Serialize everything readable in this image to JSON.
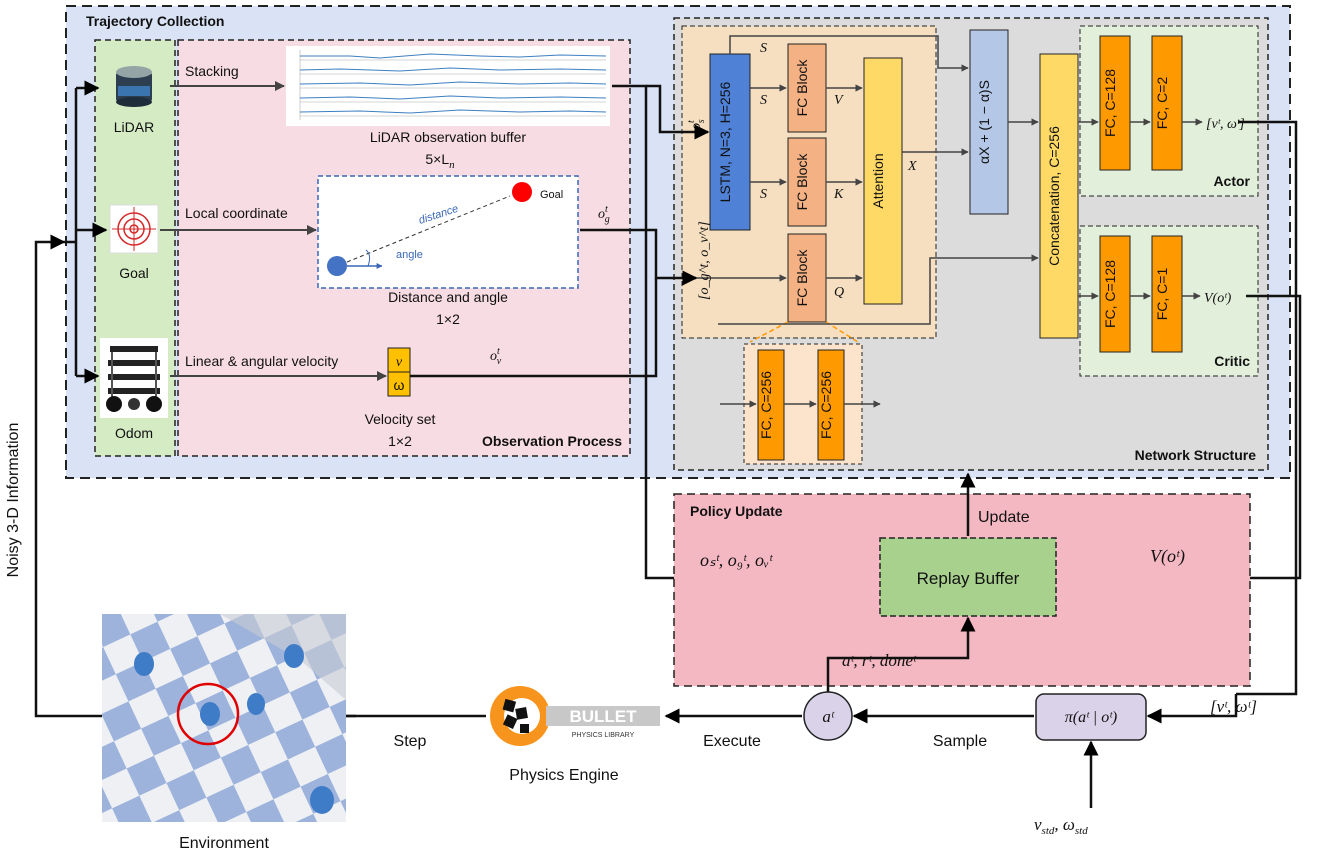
{
  "sections": {
    "trajectory_collection": "Trajectory Collection",
    "observation_process": "Observation Process",
    "network_structure": "Network Structure",
    "policy_update": "Policy Update",
    "actor": "Actor",
    "critic": "Critic"
  },
  "sensors": {
    "lidar": "LiDAR",
    "goal": "Goal",
    "odom": "Odom"
  },
  "observation": {
    "stacking": "Stacking",
    "lidar_buffer": "LiDAR observation buffer",
    "lidar_dim": "5×L",
    "lidar_dim_sub": "n",
    "local_coordinate": "Local coordinate",
    "goal_label": "Goal",
    "distance_label": "distance",
    "angle_label": "angle",
    "distance_and_angle": "Distance and angle",
    "goal_dim": "1×2",
    "linear_angular": "Linear & angular velocity",
    "v_symbol": "v",
    "omega_symbol": "ω",
    "velocity_set": "Velocity set",
    "velocity_dim": "1×2",
    "o_s": "o",
    "o_g": "o",
    "o_v": "o",
    "sub_s": "s",
    "sub_g": "g",
    "sub_v": "v",
    "sup_t": "t",
    "o_gv": "[o",
    "o_gv_full": "[o_g^t, o_v^t]"
  },
  "network": {
    "lstm": "LSTM, N=3, H=256",
    "fc_block_1": "FC Block",
    "fc_block_2": "FC Block",
    "fc_block_3": "FC Block",
    "attention": "Attention",
    "mix": "αX + (1 − α)S",
    "concat": "Concatenation, C=256",
    "actor_fc1": "FC, C=128",
    "actor_fc2": "FC, C=2",
    "critic_fc1": "FC, C=128",
    "critic_fc2": "FC, C=1",
    "fc_detail_1": "FC, C=256",
    "fc_detail_2": "FC, C=256",
    "S": "S",
    "V": "V",
    "K": "K",
    "Q": "Q",
    "X": "X",
    "actor_out": "[vᵗ, ωᵗ]",
    "critic_out": "V(oᵗ)"
  },
  "policy": {
    "update": "Update",
    "replay_buffer": "Replay Buffer",
    "obs_in": "oₛᵗ, o₉ᵗ, oᵥᵗ",
    "value_in": "V(oᵗ)",
    "transition": "aᵗ, rᵗ, doneᵗ"
  },
  "loop": {
    "action": "aᵗ",
    "policy_dist": "π(aᵗ | oᵗ)",
    "action_vec": "[vᵗ, ωᵗ]",
    "std": "v",
    "std_sub": "std",
    "omega_std": "ω",
    "sample": "Sample",
    "execute": "Execute",
    "step": "Step",
    "physics_engine": "Physics Engine",
    "bullet": "BULLET",
    "bullet_sub": "PHYSICS LIBRARY",
    "environment": "Environment",
    "noisy": "Noisy 3-D Information"
  },
  "colors": {
    "outer_blue": "#d9e3f5",
    "obs_pink": "#f7dce3",
    "sensor_green": "#d4ebc3",
    "net_gray": "#dcdcdc",
    "inner_orange": "#f6dfc1",
    "lstm_blue": "#4f81d6",
    "fc_peach": "#f4b183",
    "attention_yellow": "#ffd966",
    "mix_blue": "#b4c7e7",
    "fc_orange": "#ff9900",
    "head_green": "#e2efda",
    "policy_pink": "#f4b8c3",
    "replay_green": "#a9d18e",
    "node_purple": "#d9d2e9",
    "goal_red": "#ff0000"
  }
}
